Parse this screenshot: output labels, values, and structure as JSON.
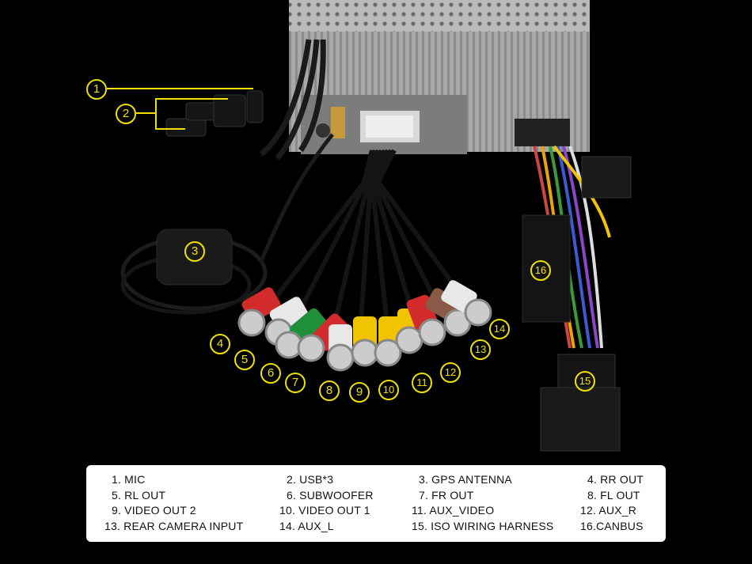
{
  "callouts": [
    "1",
    "2",
    "3",
    "4",
    "5",
    "6",
    "7",
    "8",
    "9",
    "10",
    "11",
    "12",
    "13",
    "14",
    "15",
    "16"
  ],
  "legend": [
    "1. MIC",
    "2. USB*3",
    "3. GPS ANTENNA",
    "4. RR OUT",
    "5. RL OUT",
    "6. SUBWOOFER",
    "7. FR OUT",
    "8. FL OUT",
    "9. VIDEO OUT 2",
    "10. VIDEO OUT 1",
    "11. AUX_VIDEO",
    "12. AUX_R",
    "13. REAR CAMERA INPUT",
    "14. AUX_L",
    "15. ISO WIRING HARNESS",
    "16.CANBUS"
  ],
  "colors": {
    "callout": "#f0e000",
    "background": "#000000"
  }
}
